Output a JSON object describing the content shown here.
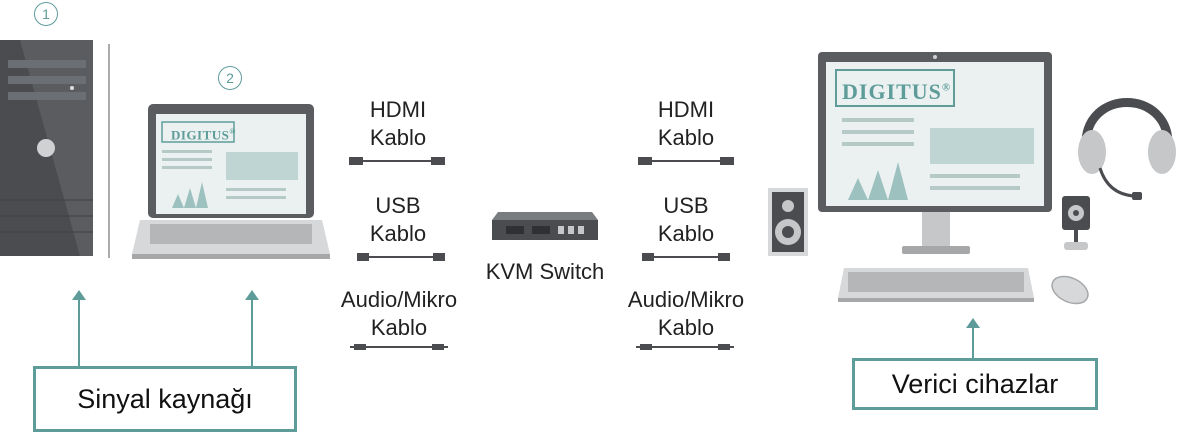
{
  "markers": {
    "one": "1",
    "two": "2"
  },
  "brand": {
    "name": "DIGITUS",
    "registered": "®"
  },
  "left_cables": [
    {
      "line1": "HDMI",
      "line2": "Kablo"
    },
    {
      "line1": "USB",
      "line2": "Kablo"
    },
    {
      "line1": "Audio/Mikro",
      "line2": "Kablo"
    }
  ],
  "right_cables": [
    {
      "line1": "HDMI",
      "line2": "Kablo"
    },
    {
      "line1": "USB",
      "line2": "Kablo"
    },
    {
      "line1": "Audio/Mikro",
      "line2": "Kablo"
    }
  ],
  "kvm_switch": {
    "label": "KVM Switch"
  },
  "source_box": {
    "label": "Sinyal kaynağı"
  },
  "target_box": {
    "label": "Verici cihazlar"
  },
  "colors": {
    "accent": "#5e9c9a",
    "device_dark": "#4a4c4f",
    "device_light": "#d6d8d9"
  }
}
